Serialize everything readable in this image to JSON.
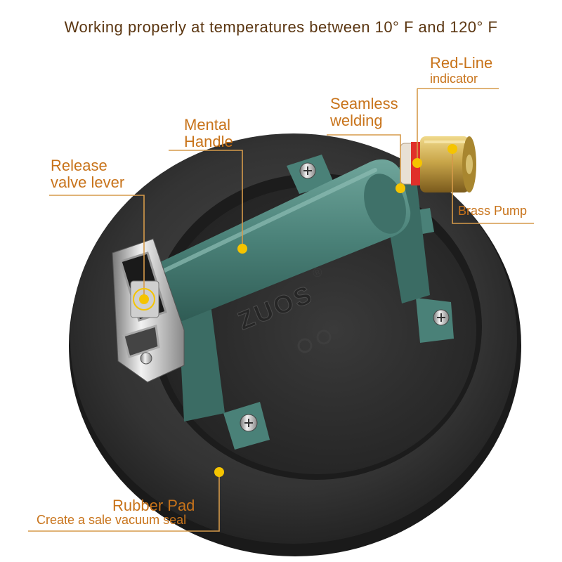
{
  "headline": "Working properly at temperatures between 10° F  and 120° F",
  "brand": {
    "logo_text": "ZUOS",
    "registered_mark": "®"
  },
  "callouts": {
    "red_line": {
      "line1": "Red-Line",
      "line2": "indicator"
    },
    "seamless": {
      "line1": "Seamless",
      "line2": "welding"
    },
    "handle": {
      "line1": "Mental",
      "line2": "Handle"
    },
    "release": {
      "line1": "Release",
      "line2": "valve lever"
    },
    "brass": {
      "line1": "Brass Pump"
    },
    "rubber": {
      "line1": "Rubber Pad",
      "line2": "Create a sale vacuum seal"
    }
  },
  "colors": {
    "headline": "#5a3510",
    "label": "#c8731a",
    "marker": "#f5c400",
    "leader": "#d59a4a",
    "pad": "#2f2f2f",
    "handle": "#4a8178",
    "brass": "#c9a64a",
    "red_line": "#e0302a"
  }
}
